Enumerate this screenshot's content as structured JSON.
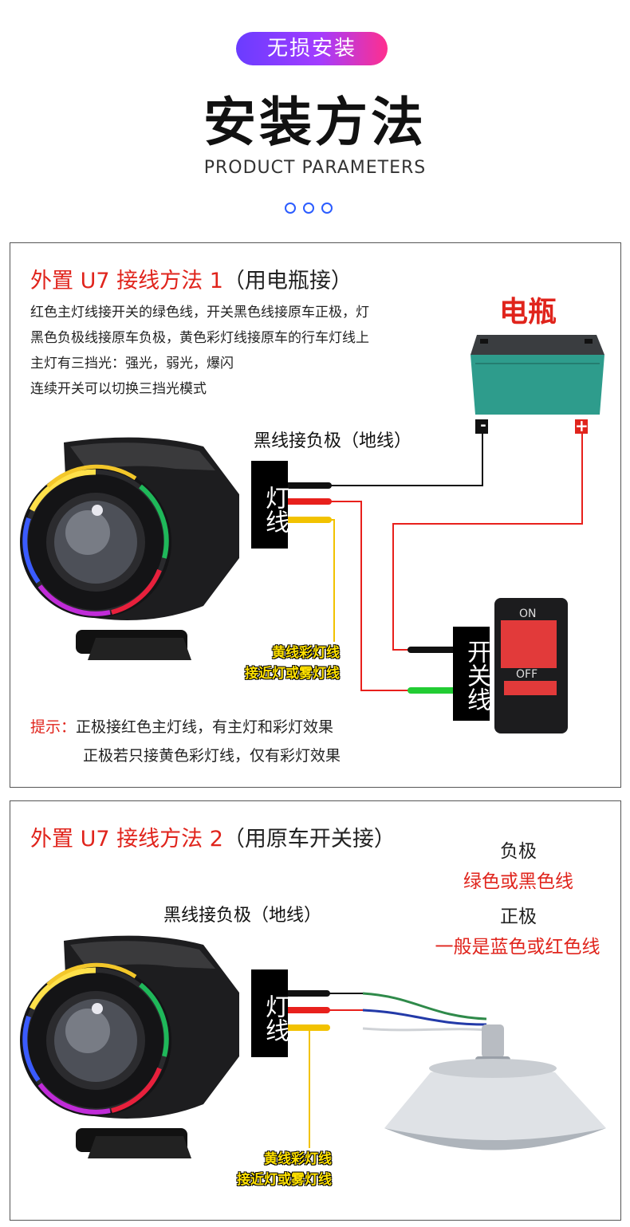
{
  "header": {
    "badge": "无损安装",
    "title": "安装方法",
    "subtitle": "PRODUCT PARAMETERS"
  },
  "method1": {
    "title": "外置 U7 接线方法 1",
    "title_paren": "（用电瓶接）",
    "lines": [
      "红色主灯线接开关的绿色线，开关黑色线接原车正极，灯",
      "黑色负极线接原车负极，黄色彩灯线接原车的行车灯线上",
      "主灯有三挡光：强光，弱光，爆闪",
      "连续开关可以切换三挡光模式"
    ],
    "battery_label": "电瓶",
    "battery_neg": "-",
    "battery_pos": "+",
    "black_wire_label": "黑线接负极（地线）",
    "light_wire_tag": "灯线",
    "switch_tag": "开关线",
    "switch_on": "ON",
    "switch_off": "OFF",
    "yellow_label_1": "黄线彩灯线",
    "yellow_label_2": "接近灯或雾灯线",
    "tip_prefix": "提示：",
    "tip_1": "正极接红色主灯线，有主灯和彩灯效果",
    "tip_2": "正极若只接黄色彩灯线，仅有彩灯效果"
  },
  "method2": {
    "title": "外置 U7 接线方法 2",
    "title_paren": "（用原车开关接）",
    "neg_label": "负极",
    "neg_value": "绿色或黑色线",
    "pos_label": "正极",
    "pos_value": "一般是蓝色或红色线",
    "black_wire_label": "黑线接负极（地线）",
    "light_wire_tag": "灯线",
    "yellow_label_1": "黄线彩灯线",
    "yellow_label_2": "接近灯或雾灯线"
  },
  "colors": {
    "accent_red": "#e0241c",
    "wire_black": "#111111",
    "wire_red": "#e8201c",
    "wire_yellow": "#f2c200",
    "wire_green": "#22cc33",
    "battery_body": "#2e9c8c"
  }
}
